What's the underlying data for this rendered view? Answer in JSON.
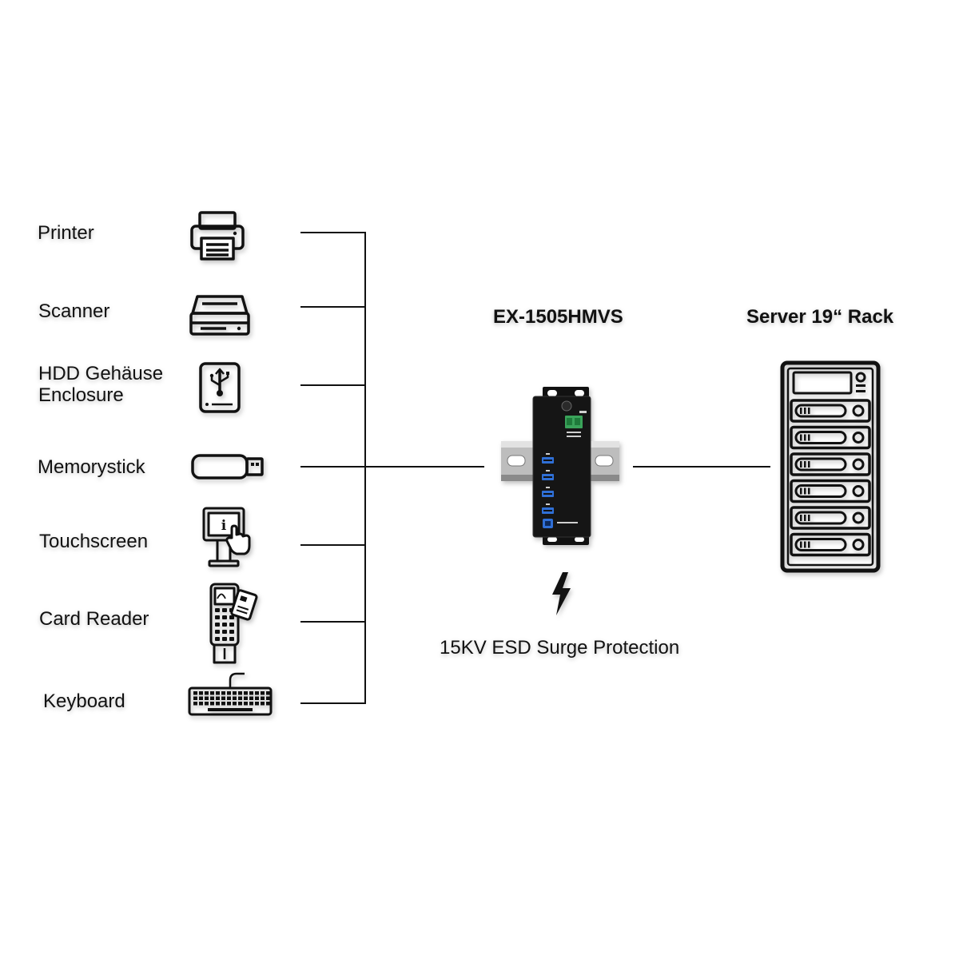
{
  "devices": [
    {
      "label": "Printer",
      "icon": "printer-icon"
    },
    {
      "label": "Scanner",
      "icon": "scanner-icon"
    },
    {
      "label_line1": "HDD Gehäuse",
      "label_line2": "Enclosure",
      "icon": "hdd-enclosure-icon"
    },
    {
      "label": "Memorystick",
      "icon": "usb-stick-icon"
    },
    {
      "label": "Touchscreen",
      "icon": "touchscreen-kiosk-icon"
    },
    {
      "label": "Card Reader",
      "icon": "card-reader-icon"
    },
    {
      "label": "Keyboard",
      "icon": "keyboard-icon"
    }
  ],
  "hub": {
    "title": "EX-1505HMVS",
    "device": "usb-hub-icon",
    "protection": {
      "label": "15KV ESD Surge Protection",
      "icon": "lightning-bolt-icon"
    }
  },
  "server": {
    "title": "Server 19“ Rack",
    "icon": "server-rack-icon"
  },
  "colors": {
    "line": "#111111",
    "hub_body": "#111111",
    "terminal_block": "#3aa35a",
    "usb_port": "#2f6fd6",
    "din_rail": "#9a9a9a"
  }
}
